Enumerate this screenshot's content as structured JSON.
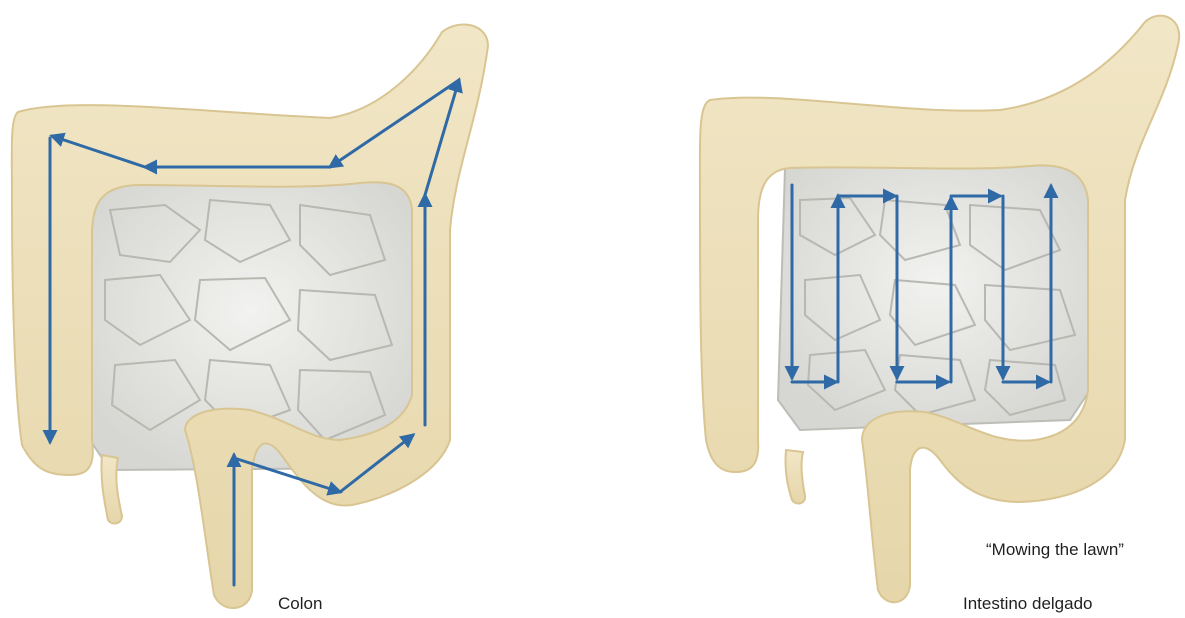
{
  "left_panel": {
    "caption": "Colon"
  },
  "right_panel": {
    "caption": "Intestino delgado",
    "quote": "“Mowing the lawn”"
  },
  "colors": {
    "tissue": "#ecdfb9",
    "tissue_edge": "#d9c796",
    "loops": "#e4e4e1",
    "loop_edge": "#b9b9b4",
    "arrow": "#2f6aa6"
  }
}
